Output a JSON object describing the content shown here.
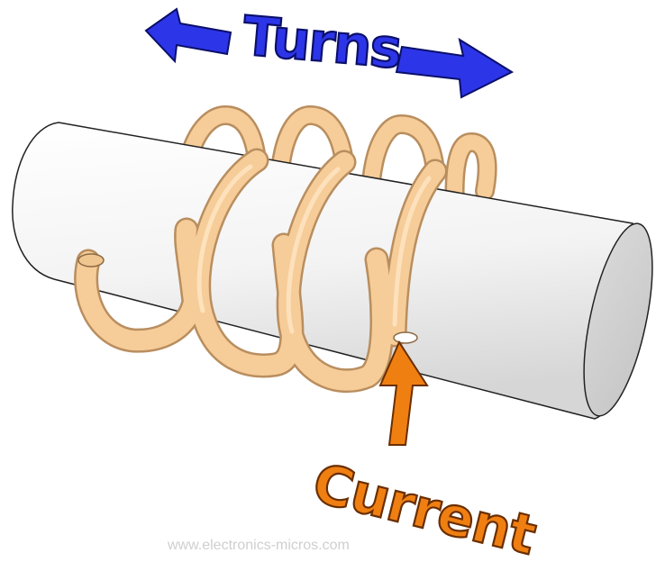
{
  "labels": {
    "turns": "Turns",
    "current": "Current",
    "watermark": "www.electronics-micros.com"
  },
  "colors": {
    "turns_arrow": "#2d35e8",
    "current_arrow": "#f07f12",
    "coil_wire": "#f6cc98",
    "core": "#eeeeee"
  },
  "coil": {
    "turns_count": 4
  }
}
